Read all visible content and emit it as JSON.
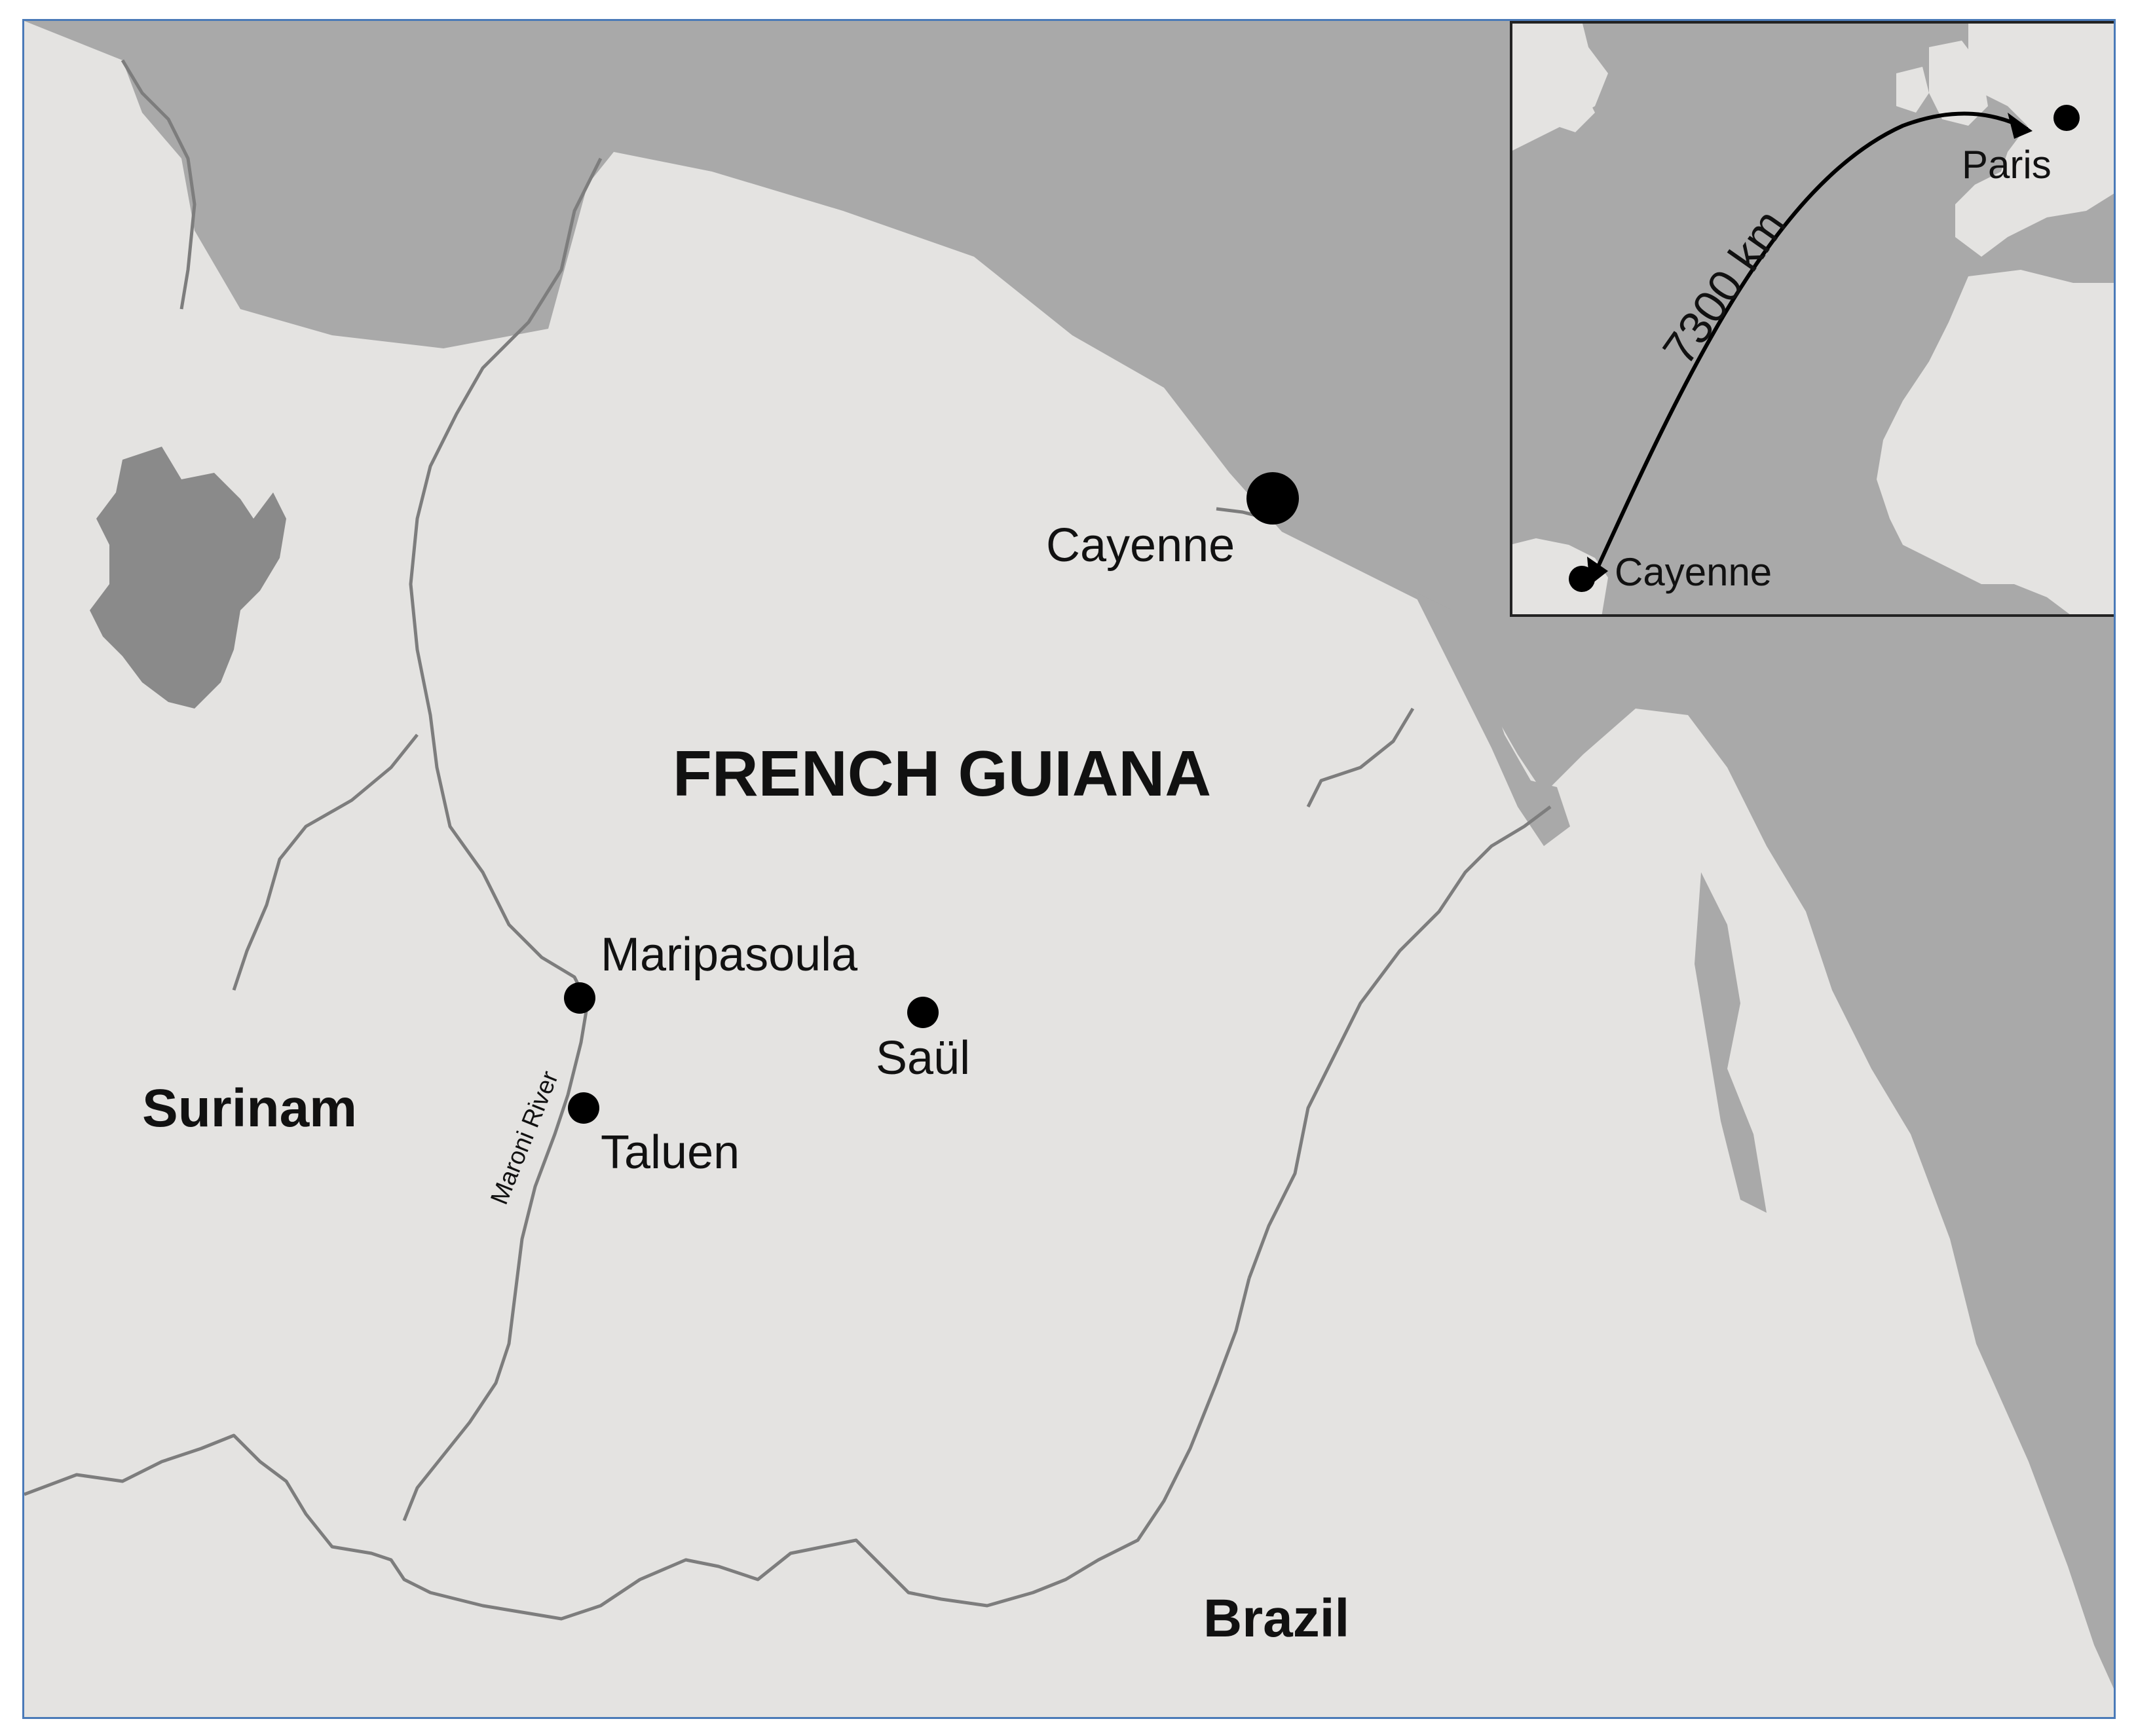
{
  "colors": {
    "ocean": "#a9a9a9",
    "land": "#e4e3e1",
    "border": "#7d7d7d",
    "lake": "#8a8a8a",
    "marker": "#000000",
    "frame": "#4a7ab8",
    "inset_frame": "#222222"
  },
  "labels": {
    "territory": "FRENCH GUIANA",
    "country_west": "Surinam",
    "country_south": "Brazil",
    "river": "Maroni River"
  },
  "towns": {
    "cayenne": "Cayenne",
    "maripasoula": "Maripasoula",
    "saul": "Saül",
    "taluen": "Taluen"
  },
  "inset": {
    "distance": "7300 km",
    "origin": "Cayenne",
    "destination": "Paris"
  }
}
